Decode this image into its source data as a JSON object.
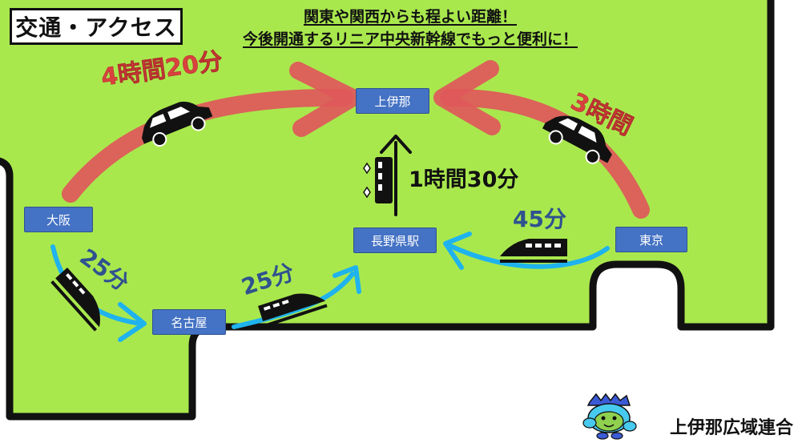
{
  "title": "交通・アクセス",
  "headline": {
    "line1": "関東や関西からも程よい距離！",
    "line2": "今後開通するリニア中央新幹線でもっと便利に！"
  },
  "stations": {
    "kamiina": "上伊那",
    "osaka": "大阪",
    "nagano": "長野県駅",
    "tokyo": "東京",
    "nagoya": "名古屋"
  },
  "times": {
    "osaka_car": "4時間20分",
    "tokyo_car": "3時間",
    "linear": "1時間30分",
    "osaka_nagoya": "25分",
    "nagoya_nagano": "25分",
    "tokyo_nagano": "45分"
  },
  "organization": "上伊那広域連合",
  "colors": {
    "land": "#a9e84d",
    "road_arrow": "#d9413f",
    "rail_arrow": "#1fb3ee",
    "station": "#4472c4"
  }
}
